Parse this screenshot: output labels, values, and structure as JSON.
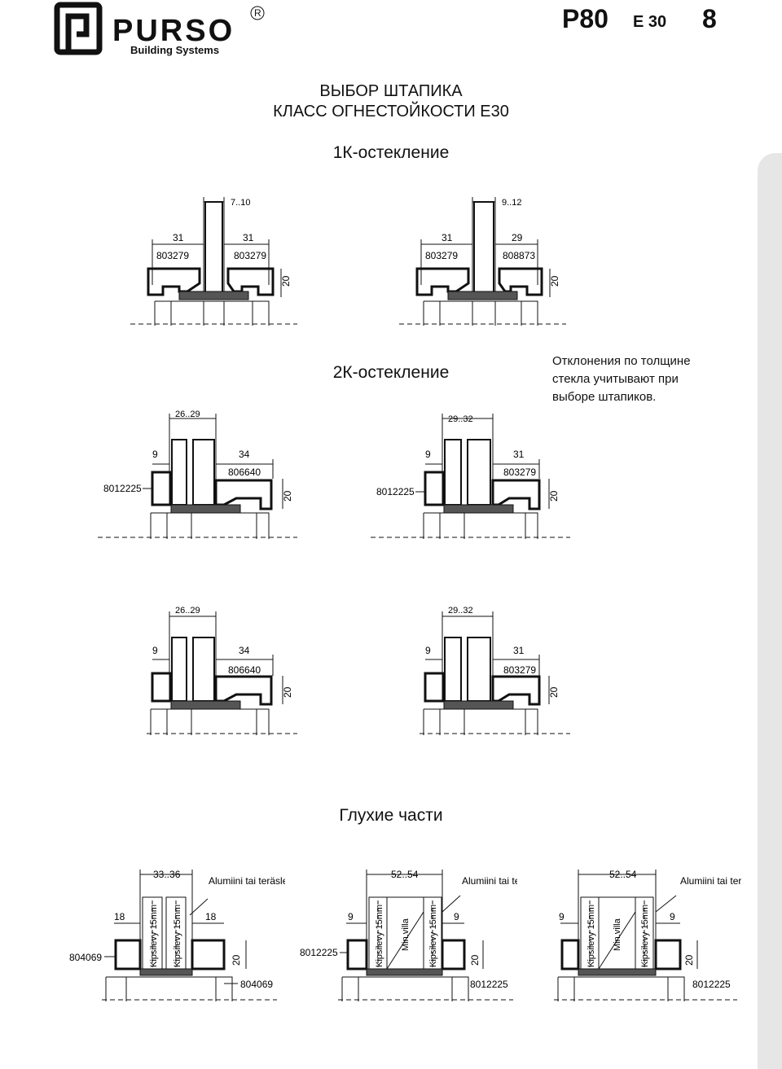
{
  "brand": {
    "name": "PURSO",
    "tagline": "Building Systems",
    "reg": "R"
  },
  "header": {
    "series": "P80",
    "fire_class": "E 30",
    "page": "8"
  },
  "title": {
    "line1": "ВЫБОР ШТАПИКА",
    "line2": "КЛАСС ОГНЕСТОЙКОСТИ E30"
  },
  "section_1k": {
    "heading": "1К-остекление",
    "left": {
      "glass": "7..10",
      "dim_a": "31",
      "dim_b": "31",
      "code_a": "803279",
      "code_b": "803279",
      "height": "20"
    },
    "right": {
      "glass": "9..12",
      "dim_a": "31",
      "dim_b": "29",
      "code_a": "803279",
      "code_b": "808873",
      "height": "20"
    }
  },
  "section_2k": {
    "heading": "2К-остекление",
    "note": [
      "Отклонения по толщине",
      "стекла учитывают при",
      "выборе штапиков."
    ],
    "row1": {
      "left": {
        "glass": "26..29",
        "dim_a": "9",
        "dim_b": "34",
        "code_side": "8012225",
        "code_b": "806640",
        "height": "20"
      },
      "right": {
        "glass": "29..32",
        "dim_a": "9",
        "dim_b": "31",
        "code_side": "8012225",
        "code_b": "803279",
        "height": "20"
      }
    },
    "row2": {
      "left": {
        "glass": "26..29",
        "dim_a": "9",
        "dim_b": "34",
        "code_b": "806640",
        "height": "20"
      },
      "right": {
        "glass": "29..32",
        "dim_a": "9",
        "dim_b": "31",
        "code_b": "803279",
        "height": "20"
      }
    }
  },
  "section_solid": {
    "heading": "Глухие части",
    "a": {
      "width": "33..36",
      "dim_l": "18",
      "dim_r": "18",
      "panel": "Alumiini tai teräslevy",
      "code_l": "804069",
      "code_r": "804069",
      "height": "20",
      "fill_1": "Kipsilevy 15mm",
      "fill_2": "Kipsilevy 15mm"
    },
    "b": {
      "width": "52..54",
      "dim_l": "9",
      "dim_r": "9",
      "panel": "Alumiini tai teräslevy",
      "code_l": "8012225",
      "code_r": "8012225",
      "height": "20",
      "fill_1": "Kipsilevy 15mm",
      "fill_2": "Min.villa",
      "fill_3": "Kipsilevy 15mm"
    },
    "c": {
      "width": "52..54",
      "dim_l": "9",
      "dim_r": "9",
      "panel": "Alumiini tai teräslevy",
      "code_r": "8012225",
      "height": "20",
      "fill_1": "Kipsilevy 15mm",
      "fill_2": "Min.villa",
      "fill_3": "Kipsilevy 15mm"
    }
  }
}
